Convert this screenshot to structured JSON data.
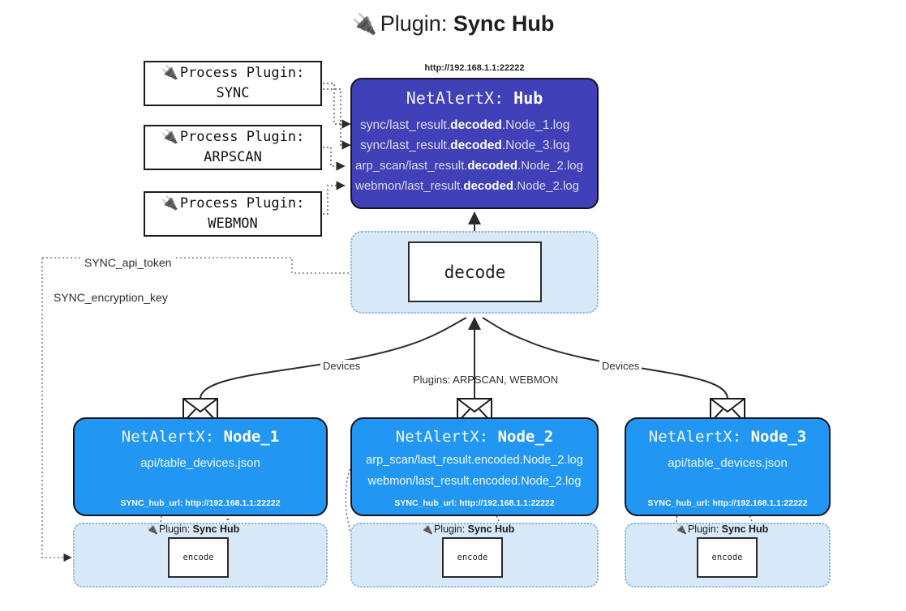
{
  "title": {
    "icon": "plug-icon",
    "glyph": "🔌",
    "prefix": "Plugin: ",
    "name": "Sync Hub"
  },
  "process_plugins": [
    {
      "line1": "Process Plugin:",
      "line2": "SYNC",
      "icon": "plug-icon",
      "glyph": "🔌"
    },
    {
      "line1": "Process Plugin:",
      "line2": "ARPSCAN",
      "icon": "plug-icon",
      "glyph": "🔌"
    },
    {
      "line1": "Process Plugin:",
      "line2": "WEBMON",
      "icon": "plug-icon",
      "glyph": "🔌"
    }
  ],
  "hub": {
    "url": "http://192.168.1.1:22222",
    "title_prefix": "NetAlertX: ",
    "title_name": "Hub",
    "logs": [
      {
        "pre": "sync/last_result.",
        "em": "decoded",
        "post": ".Node_1.log"
      },
      {
        "pre": "sync/last_result.",
        "em": "decoded",
        "post": ".Node_3.log"
      },
      {
        "pre": "arp_scan/last_result.",
        "em": "decoded",
        "post": ".Node_2.log"
      },
      {
        "pre": "webmon/last_result.",
        "em": "decoded",
        "post": ".Node_2.log"
      }
    ]
  },
  "decode": {
    "label": "decode"
  },
  "secrets": [
    {
      "label": "SYNC_api_token"
    },
    {
      "label": "SYNC_encryption_key"
    }
  ],
  "edge_labels": {
    "left_devices": "Devices",
    "center_plugins": "Plugins: ARPSCAN, WEBMON",
    "right_devices": "Devices"
  },
  "nodes": [
    {
      "title_prefix": "NetAlertX: ",
      "title_name": "Node_1",
      "lines": [
        "api/table_devices.json"
      ],
      "footer": "SYNC_hub_url: http://192.168.1.1:22222",
      "envelope_icon": "envelope-icon",
      "panel": {
        "caption_prefix": "Plugin: ",
        "caption_name": "Sync Hub",
        "icon": "plug-icon",
        "glyph": "🔌",
        "encode_label": "encode"
      }
    },
    {
      "title_prefix": "NetAlertX: ",
      "title_name": "Node_2",
      "lines": [
        "arp_scan/last_result.encoded.Node_2.log",
        "webmon/last_result.encoded.Node_2.log"
      ],
      "footer": "SYNC_hub_url: http://192.168.1.1:22222",
      "envelope_icon": "envelope-icon",
      "panel": {
        "caption_prefix": "Plugin: ",
        "caption_name": "Sync Hub",
        "icon": "plug-icon",
        "glyph": "🔌",
        "encode_label": "encode"
      }
    },
    {
      "title_prefix": "NetAlertX: ",
      "title_name": "Node_3",
      "lines": [
        "api/table_devices.json"
      ],
      "footer": "SYNC_hub_url: http://192.168.1.1:22222",
      "envelope_icon": "envelope-icon",
      "panel": {
        "caption_prefix": "Plugin: ",
        "caption_name": "Sync Hub",
        "icon": "plug-icon",
        "glyph": "🔌",
        "encode_label": "encode"
      }
    }
  ],
  "colors": {
    "hub": "#4040b8",
    "node": "#2196f3",
    "panel": "#d7e9f9",
    "panel_border": "#8fb4cd",
    "stroke": "#333333",
    "background": "#ffffff"
  }
}
